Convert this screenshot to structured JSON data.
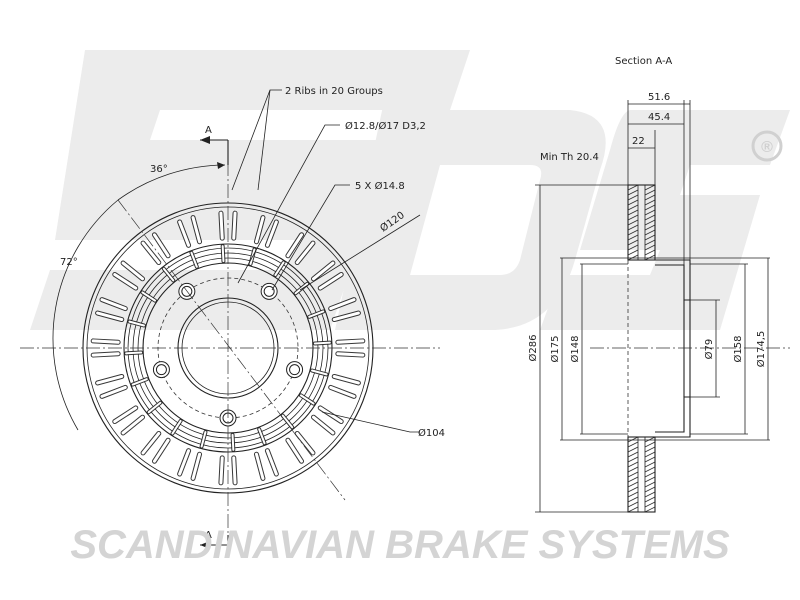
{
  "watermark": {
    "logo_text": "sbs",
    "registered_mark": "®",
    "brand_line": "SCANDINAVIAN BRAKE SYSTEMS"
  },
  "front_view": {
    "ribs_label": "2 Ribs in 20 Groups",
    "bolt_hole_label": "Ø12.8/Ø17 D3,2",
    "holes_label": "5 X Ø14.8",
    "pcd_label": "Ø120",
    "hub_label": "Ø104",
    "angle_36": "36°",
    "angle_72": "72°",
    "section_marker": "A"
  },
  "section_view": {
    "title": "Section A-A",
    "min_thickness": "Min Th 20.4",
    "dims": {
      "width_total": "51.6",
      "width_hat": "45.4",
      "width_disc": "22",
      "d_outer": "Ø286",
      "d_175": "Ø175",
      "d_148": "Ø148",
      "d_79": "Ø79",
      "d_158": "Ø158",
      "d_174_5": "Ø174,5"
    }
  },
  "colors": {
    "line": "#222222",
    "watermark": "#d4d4d4"
  }
}
